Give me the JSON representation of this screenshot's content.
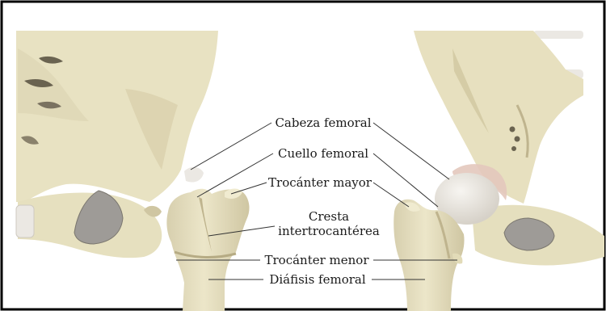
{
  "labels": {
    "cabeza_femoral": "Cabeza femoral",
    "cuello_femoral": "Cuello femoral",
    "trocanter_mayor": "Trocánter mayor",
    "cresta_line1": "Cresta",
    "cresta_line2": "intertrocantérea",
    "trocanter_menor": "Trocánter menor",
    "diafisis_femoral": "Diáfisis femoral"
  },
  "colors": {
    "bone": "#e9e3c4",
    "bone_shadow": "#cdc49f",
    "bone_dark": "#b9ae86",
    "cartilage": "#ebe8e3",
    "cartilage_shade": "#d6d1c8",
    "joint_surface": "#a8a49e",
    "ligament": "#e3c8bd",
    "background": "#ffffff",
    "frame": "#000000",
    "leader": "#333333"
  },
  "icons": [
    "anterior-hip-bone-illustration",
    "posterior-hip-bone-illustration"
  ]
}
